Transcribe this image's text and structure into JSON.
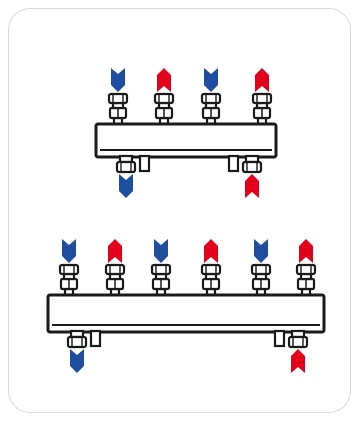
{
  "colors": {
    "supply": "#e3001b",
    "return": "#1f4ea0",
    "outline": "#1a1a1a",
    "card_border": "#d9d9d9",
    "background": "#ffffff"
  },
  "manifolds": [
    {
      "name": "manifold-4-way",
      "top_arrows": [
        "return",
        "supply",
        "return",
        "supply"
      ],
      "bottom_left_arrow": "return",
      "bottom_right_arrow": "supply"
    },
    {
      "name": "manifold-6-way",
      "top_arrows": [
        "return",
        "supply",
        "return",
        "supply",
        "return",
        "supply"
      ],
      "bottom_left_arrow": "return",
      "bottom_right_arrow": "supply"
    }
  ]
}
